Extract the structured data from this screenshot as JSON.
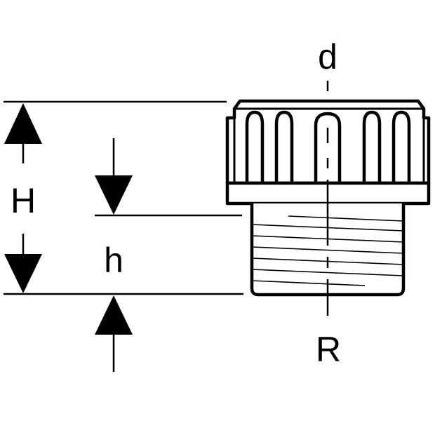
{
  "labels": {
    "overall_height": "H",
    "thread_height": "h",
    "diameter": "d",
    "thread": "R"
  },
  "colors": {
    "stroke": "#000000",
    "fill": "#ffffff"
  }
}
